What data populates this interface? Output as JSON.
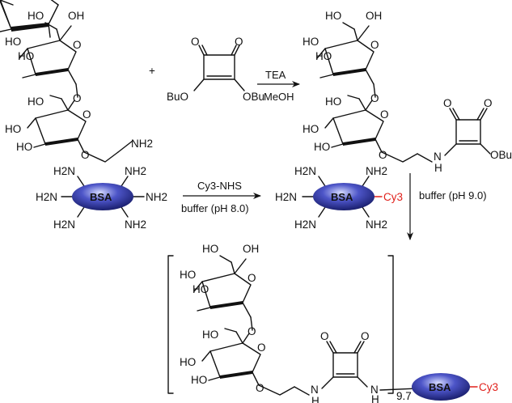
{
  "reagents": {
    "step1_top": "TEA",
    "step1_bottom": "MeOH",
    "step2_top": "Cy3-NHS",
    "step2_bottom": "buffer (pH 8.0)",
    "step3": "buffer (pH 9.0)"
  },
  "labels": {
    "plus": "+",
    "bsa": "BSA",
    "cy3": "Cy3",
    "ho": "HO",
    "oh": "OH",
    "nh2": "NH2",
    "h2n": "H2N",
    "nh": "NH",
    "n": "N",
    "h": "H",
    "o": "O",
    "buo": "BuO",
    "obu": "OBu",
    "obu_cut": "OBu",
    "subscript": "9.7"
  },
  "colors": {
    "cy3": "#e0201b",
    "bsa_light": "#d6dcff",
    "bsa_mid": "#4d55c8",
    "bsa_dark": "#1a1f6e"
  }
}
